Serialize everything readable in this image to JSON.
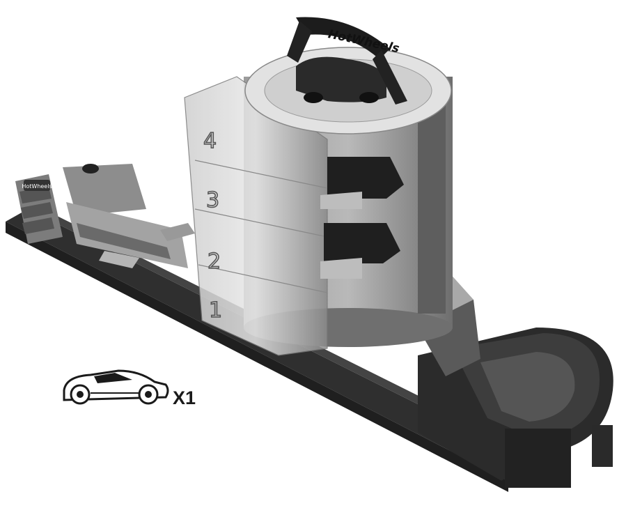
{
  "image": {
    "subject": "Hot Wheels track playset (instruction illustration)"
  },
  "brand": {
    "logo_text": "HotWheels",
    "small_logo_text": "HotWheels"
  },
  "tower": {
    "levels": [
      "1",
      "2",
      "3",
      "4"
    ]
  },
  "contents": {
    "item_icon": "car-icon",
    "quantity": "X1"
  },
  "colors": {
    "track_dark": "#2e2e2e",
    "track_mid": "#4a4a4a",
    "plastic_gray": "#9a9a9a",
    "clear_tower": "#d9d9d9",
    "ink": "#1a1a1a"
  }
}
